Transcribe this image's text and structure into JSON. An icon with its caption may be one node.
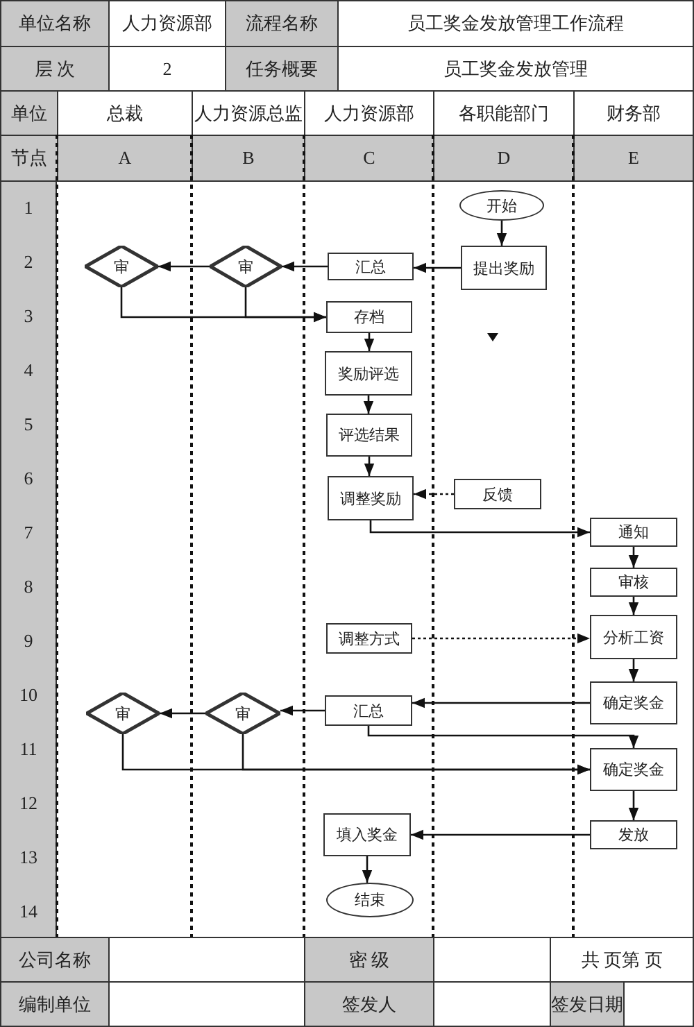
{
  "diagram": {
    "nodes": [
      {
        "text": [
          "开始"
        ]
      },
      {
        "text": [
          "审"
        ]
      },
      {
        "text": [
          "审"
        ]
      },
      {
        "text": [
          "汇总"
        ]
      },
      {
        "text": [
          "提出奖励"
        ]
      },
      {
        "text": [
          "存档"
        ]
      },
      {
        "text": [
          "奖励评选"
        ]
      },
      {
        "text": [
          "评选结果"
        ]
      },
      {
        "text": [
          "调整奖励"
        ]
      },
      {
        "text": [
          "反馈"
        ]
      },
      {
        "text": [
          "通知"
        ]
      },
      {
        "text": [
          "审核"
        ]
      },
      {
        "text": [
          "调整方式"
        ]
      },
      {
        "text": [
          "分析工资"
        ]
      },
      {
        "text": [
          "确定奖金"
        ]
      },
      {
        "text": [
          "审"
        ]
      },
      {
        "text": [
          "审"
        ]
      },
      {
        "text": [
          "汇总"
        ]
      },
      {
        "text": [
          "确定奖金"
        ]
      },
      {
        "text": [
          "填入奖金"
        ]
      },
      {
        "text": [
          "发放"
        ]
      },
      {
        "text": [
          "结束"
        ]
      }
    ],
    "edges": [
      {
        "from": 0,
        "to": 4,
        "arrow": "to"
      },
      {
        "from": 4,
        "to": 3,
        "arrow": "to"
      },
      {
        "from": 3,
        "to": 2,
        "arrow": "to"
      },
      {
        "from": 2,
        "to": 1,
        "arrow": "to"
      },
      {
        "from": 1,
        "to": 5,
        "arrow": "to"
      },
      {
        "from": 2,
        "to": 5,
        "arrow": "to"
      },
      {
        "from": 5,
        "to": 6,
        "arrow": "to"
      },
      {
        "from": 6,
        "to": 7,
        "arrow": "to"
      },
      {
        "from": 7,
        "to": 8,
        "arrow": "to"
      },
      {
        "from": 9,
        "to": 8,
        "arrow": "to",
        "style": "dashed"
      },
      {
        "from": 8,
        "to": 10,
        "arrow": "to"
      },
      {
        "from": 10,
        "to": 11,
        "arrow": "to"
      },
      {
        "from": 11,
        "to": 13,
        "arrow": "to"
      },
      {
        "from": 12,
        "to": 13,
        "arrow": "to",
        "style": "dashed"
      },
      {
        "from": 13,
        "to": 14,
        "arrow": "to"
      },
      {
        "from": 14,
        "to": 17,
        "arrow": "to"
      },
      {
        "from": 17,
        "to": 16,
        "arrow": "to"
      },
      {
        "from": 16,
        "to": 15,
        "arrow": "to"
      },
      {
        "from": 17,
        "to": 18,
        "arrow": "to"
      },
      {
        "from": 15,
        "to": 18,
        "arrow": "to"
      },
      {
        "from": 16,
        "to": 18,
        "arrow": "to"
      },
      {
        "from": 18,
        "to": 20,
        "arrow": "to"
      },
      {
        "from": 20,
        "to": 19,
        "arrow": "to"
      },
      {
        "from": 19,
        "to": 21,
        "arrow": "to"
      }
    ],
    "labels": [
      "单位名称",
      "人力资源部",
      "流程名称",
      "员工奖金发放管理工作流程",
      "层 次",
      "2",
      "任务概要",
      "员工奖金发放管理",
      "单位",
      "总裁",
      "人力资源总监",
      "人力资源部",
      "各职能部门",
      "财务部",
      "节点",
      "A",
      "B",
      "C",
      "D",
      "E",
      "1",
      "2",
      "3",
      "4",
      "5",
      "6",
      "7",
      "8",
      "9",
      "10",
      "11",
      "12",
      "13",
      "14",
      "公司名称",
      "密 级",
      "共 页第 页",
      "编制单位",
      "签发人",
      "签发日期"
    ]
  }
}
